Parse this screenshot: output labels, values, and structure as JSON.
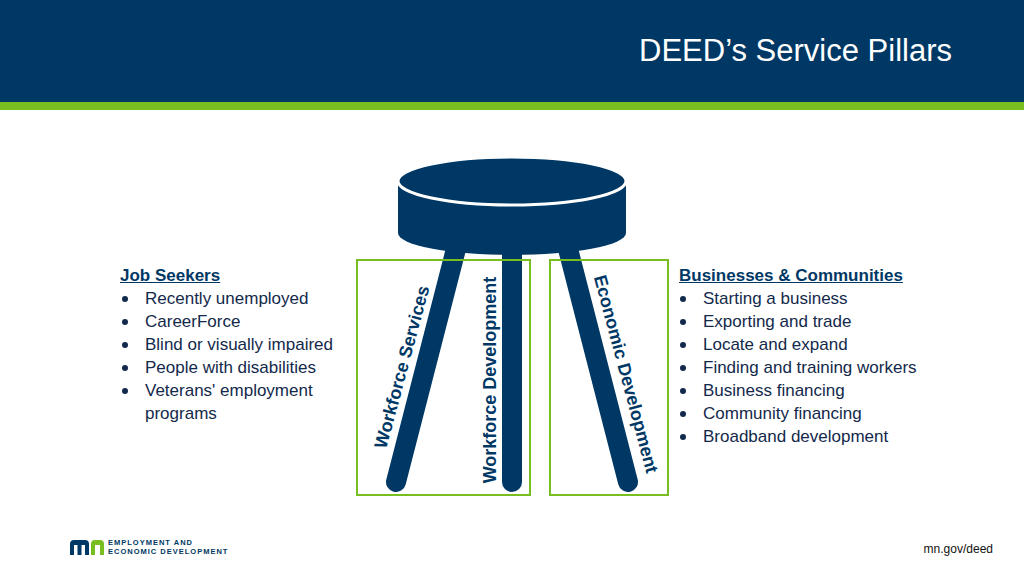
{
  "diagram": {
    "title": "DEED’s Service Pillars",
    "nodes": [
      {
        "text": [
          "Workforce Services",
          "Workforce Development"
        ]
      },
      {
        "text": [
          "Economic Development"
        ]
      }
    ],
    "labels": [
      "Job Seekers",
      "Recently unemployed",
      "CareerForce",
      "Blind or visually impaired",
      "People with disabilities",
      "Veterans' employment programs",
      "Businesses & Communities",
      "Starting a business",
      "Exporting and trade",
      "Locate and expand",
      "Finding and training workers",
      "Business financing",
      "Community financing",
      "Broadband development",
      "EMPLOYMENT AND",
      "ECONOMIC DEVELOPMENT",
      "mn.gov/deed"
    ]
  }
}
